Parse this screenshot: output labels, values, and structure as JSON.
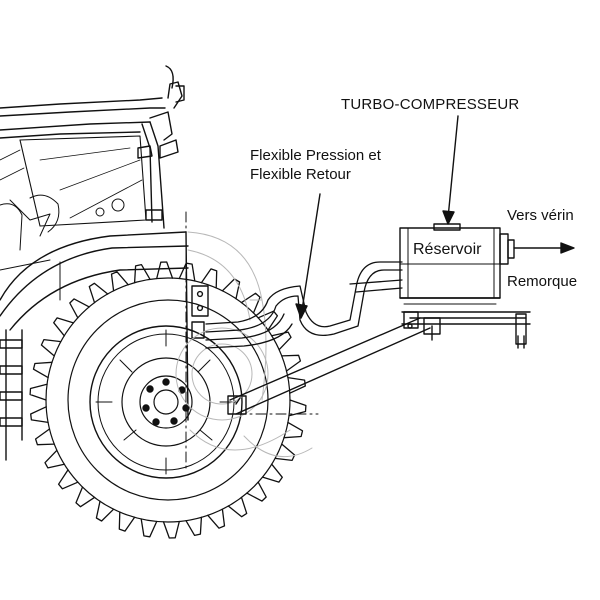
{
  "labels": {
    "turbo": "TURBO-COMPRESSEUR",
    "flex_line1": "Flexible Pression et",
    "flex_line2": "Flexible Retour",
    "verin": "Vers vérin",
    "remorque": "Remorque",
    "reservoir": "Réservoir"
  },
  "colors": {
    "ink": "#111111",
    "ghost": "#b8b8b8"
  }
}
